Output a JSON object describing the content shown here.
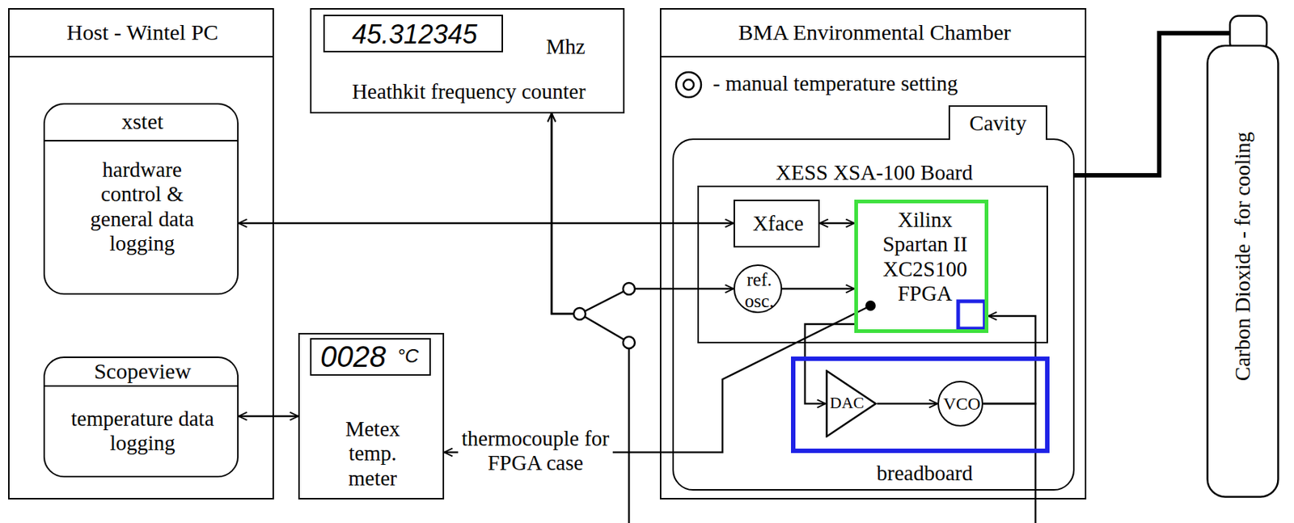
{
  "diagram": {
    "nodes": [
      {
        "text": [
          "Host - Wintel PC"
        ]
      },
      {
        "text": [
          "xstet",
          "hardware control & general data logging"
        ],
        "in": 0
      },
      {
        "text": [
          "Scopeview",
          "temperature data logging"
        ],
        "in": 0
      },
      {
        "text": [
          "Mhz",
          "Heathkit frequency counter"
        ]
      },
      {
        "text": [
          "45.312345"
        ],
        "in": 3
      },
      {
        "text": [
          "Metex temp. meter"
        ]
      },
      {
        "text": [
          "0028",
          "°C"
        ],
        "in": 5
      },
      {
        "text": [
          "BMA Environmental Chamber"
        ]
      },
      {
        "text": [
          "Cavity"
        ],
        "in": 7
      },
      {
        "text": [
          "XESS XSA-100 Board"
        ],
        "in": 8
      },
      {
        "text": [
          "Xface"
        ],
        "in": 9
      },
      {
        "text": [
          "Xilinx Spartan II XC2S100 FPGA"
        ],
        "in": 9
      },
      {
        "text": [
          "ref. osc."
        ],
        "in": 9
      },
      {
        "text": [
          "breadboard"
        ],
        "in": 8
      },
      {
        "text": [
          "DAC"
        ],
        "in": 13
      },
      {
        "text": [
          "VCO"
        ],
        "in": 13
      },
      {
        "text": [
          "Carbon Dioxide - for cooling"
        ]
      }
    ],
    "edges": [
      {
        "from": 1,
        "to": 10,
        "arrow": "both"
      },
      {
        "from": 10,
        "to": 11,
        "arrow": "both"
      },
      {
        "from": 12,
        "to": 11,
        "arrow": "to"
      },
      {
        "from": 11,
        "to": 14,
        "arrow": "to"
      },
      {
        "from": 14,
        "to": 15,
        "arrow": "to"
      },
      {
        "from": 15,
        "to": 11,
        "arrow": "to"
      },
      {
        "from": 12,
        "to": 3,
        "arrow": "both"
      },
      {
        "from": 15,
        "to": 3,
        "arrow": "to"
      },
      {
        "from": 2,
        "to": 5,
        "arrow": "both"
      },
      {
        "from": 11,
        "to": 5,
        "label": "thermocouple for FPGA case",
        "arrow": "to"
      },
      {
        "from": 16,
        "to": 8,
        "arrow": "none"
      }
    ],
    "labels": [
      "- manual temperature setting"
    ]
  }
}
